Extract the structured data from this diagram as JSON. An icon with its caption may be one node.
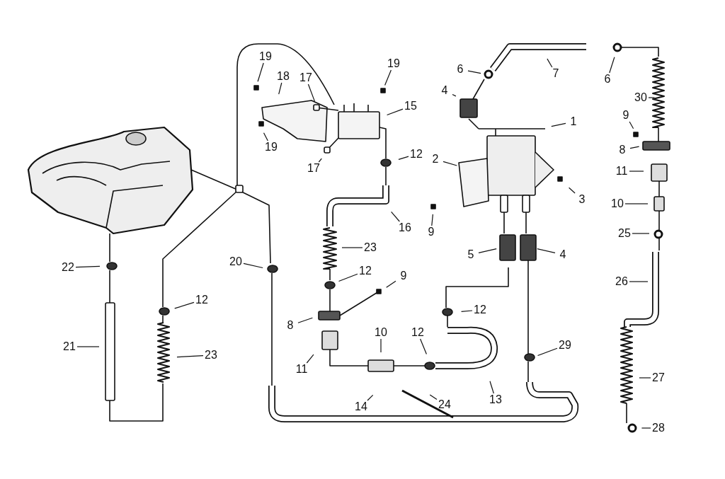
{
  "diagram": {
    "nodes": [
      {
        "text": [
          "19"
        ]
      },
      {
        "text": [
          "19"
        ]
      },
      {
        "text": [
          "6"
        ]
      },
      {
        "text": [
          "7"
        ]
      },
      {
        "text": [
          "6"
        ]
      },
      {
        "text": [
          "30"
        ]
      },
      {
        "text": [
          "18"
        ]
      },
      {
        "text": [
          "17"
        ]
      },
      {
        "text": [
          "4"
        ]
      },
      {
        "text": [
          "15"
        ]
      },
      {
        "text": [
          "1"
        ]
      },
      {
        "text": [
          "19"
        ]
      },
      {
        "text": [
          "9"
        ]
      },
      {
        "text": [
          "8"
        ]
      },
      {
        "text": [
          "17"
        ]
      },
      {
        "text": [
          "2"
        ]
      },
      {
        "text": [
          "12"
        ]
      },
      {
        "text": [
          "11"
        ]
      },
      {
        "text": [
          "3"
        ]
      },
      {
        "text": [
          "10"
        ]
      },
      {
        "text": [
          "16"
        ]
      },
      {
        "text": [
          "9"
        ]
      },
      {
        "text": [
          "25"
        ]
      },
      {
        "text": [
          "23"
        ]
      },
      {
        "text": [
          "5"
        ]
      },
      {
        "text": [
          "4"
        ]
      },
      {
        "text": [
          "20"
        ]
      },
      {
        "text": [
          "22"
        ]
      },
      {
        "text": [
          "12"
        ]
      },
      {
        "text": [
          "9"
        ]
      },
      {
        "text": [
          "26"
        ]
      },
      {
        "text": [
          "12"
        ]
      },
      {
        "text": [
          "8"
        ]
      },
      {
        "text": [
          "12"
        ]
      },
      {
        "text": [
          "29"
        ]
      },
      {
        "text": [
          "10"
        ]
      },
      {
        "text": [
          "12"
        ]
      },
      {
        "text": [
          "21"
        ]
      },
      {
        "text": [
          "23"
        ]
      },
      {
        "text": [
          "11"
        ]
      },
      {
        "text": [
          "27"
        ]
      },
      {
        "text": [
          "14"
        ]
      },
      {
        "text": [
          "24"
        ]
      },
      {
        "text": [
          "13"
        ]
      },
      {
        "text": [
          "28"
        ]
      }
    ],
    "edges": [
      {
        "from": 0,
        "to": null,
        "arrow": "none"
      },
      {
        "from": 1,
        "to": null,
        "arrow": "none"
      },
      {
        "from": 2,
        "to": null,
        "arrow": "none"
      },
      {
        "from": 3,
        "to": null,
        "arrow": "none"
      },
      {
        "from": 4,
        "to": null,
        "arrow": "none"
      },
      {
        "from": 5,
        "to": null,
        "arrow": "none"
      },
      {
        "from": 6,
        "to": null,
        "arrow": "none"
      },
      {
        "from": 7,
        "to": null,
        "arrow": "none"
      },
      {
        "from": 8,
        "to": null,
        "arrow": "none"
      },
      {
        "from": 9,
        "to": null,
        "arrow": "none"
      },
      {
        "from": 10,
        "to": null,
        "arrow": "none"
      },
      {
        "from": 11,
        "to": null,
        "arrow": "none"
      },
      {
        "from": 12,
        "to": null,
        "arrow": "none"
      },
      {
        "from": 13,
        "to": null,
        "arrow": "none"
      },
      {
        "from": 14,
        "to": null,
        "arrow": "none"
      },
      {
        "from": 15,
        "to": null,
        "arrow": "none"
      },
      {
        "from": 16,
        "to": null,
        "arrow": "none"
      },
      {
        "from": 17,
        "to": null,
        "arrow": "none"
      },
      {
        "from": 18,
        "to": null,
        "arrow": "none"
      },
      {
        "from": 19,
        "to": null,
        "arrow": "none"
      },
      {
        "from": 20,
        "to": null,
        "arrow": "none"
      },
      {
        "from": 21,
        "to": null,
        "arrow": "none"
      },
      {
        "from": 22,
        "to": null,
        "arrow": "none"
      },
      {
        "from": 23,
        "to": null,
        "arrow": "none"
      },
      {
        "from": 24,
        "to": null,
        "arrow": "none"
      },
      {
        "from": 25,
        "to": null,
        "arrow": "none"
      },
      {
        "from": 26,
        "to": null,
        "arrow": "none"
      },
      {
        "from": 27,
        "to": null,
        "arrow": "none"
      },
      {
        "from": 28,
        "to": null,
        "arrow": "none"
      },
      {
        "from": 29,
        "to": null,
        "arrow": "none"
      },
      {
        "from": 30,
        "to": null,
        "arrow": "none"
      },
      {
        "from": 31,
        "to": null,
        "arrow": "none"
      },
      {
        "from": 32,
        "to": null,
        "arrow": "none"
      },
      {
        "from": 33,
        "to": null,
        "arrow": "none"
      },
      {
        "from": 34,
        "to": null,
        "arrow": "none"
      },
      {
        "from": 35,
        "to": null,
        "arrow": "none"
      },
      {
        "from": 36,
        "to": null,
        "arrow": "none"
      },
      {
        "from": 37,
        "to": null,
        "arrow": "none"
      },
      {
        "from": 38,
        "to": null,
        "arrow": "none"
      },
      {
        "from": 39,
        "to": null,
        "arrow": "none"
      },
      {
        "from": 40,
        "to": null,
        "arrow": "none"
      },
      {
        "from": 41,
        "to": null,
        "arrow": "none"
      },
      {
        "from": 42,
        "to": null,
        "arrow": "none"
      },
      {
        "from": 43,
        "to": null,
        "arrow": "none"
      },
      {
        "from": 44,
        "to": null,
        "arrow": "none"
      }
    ]
  }
}
